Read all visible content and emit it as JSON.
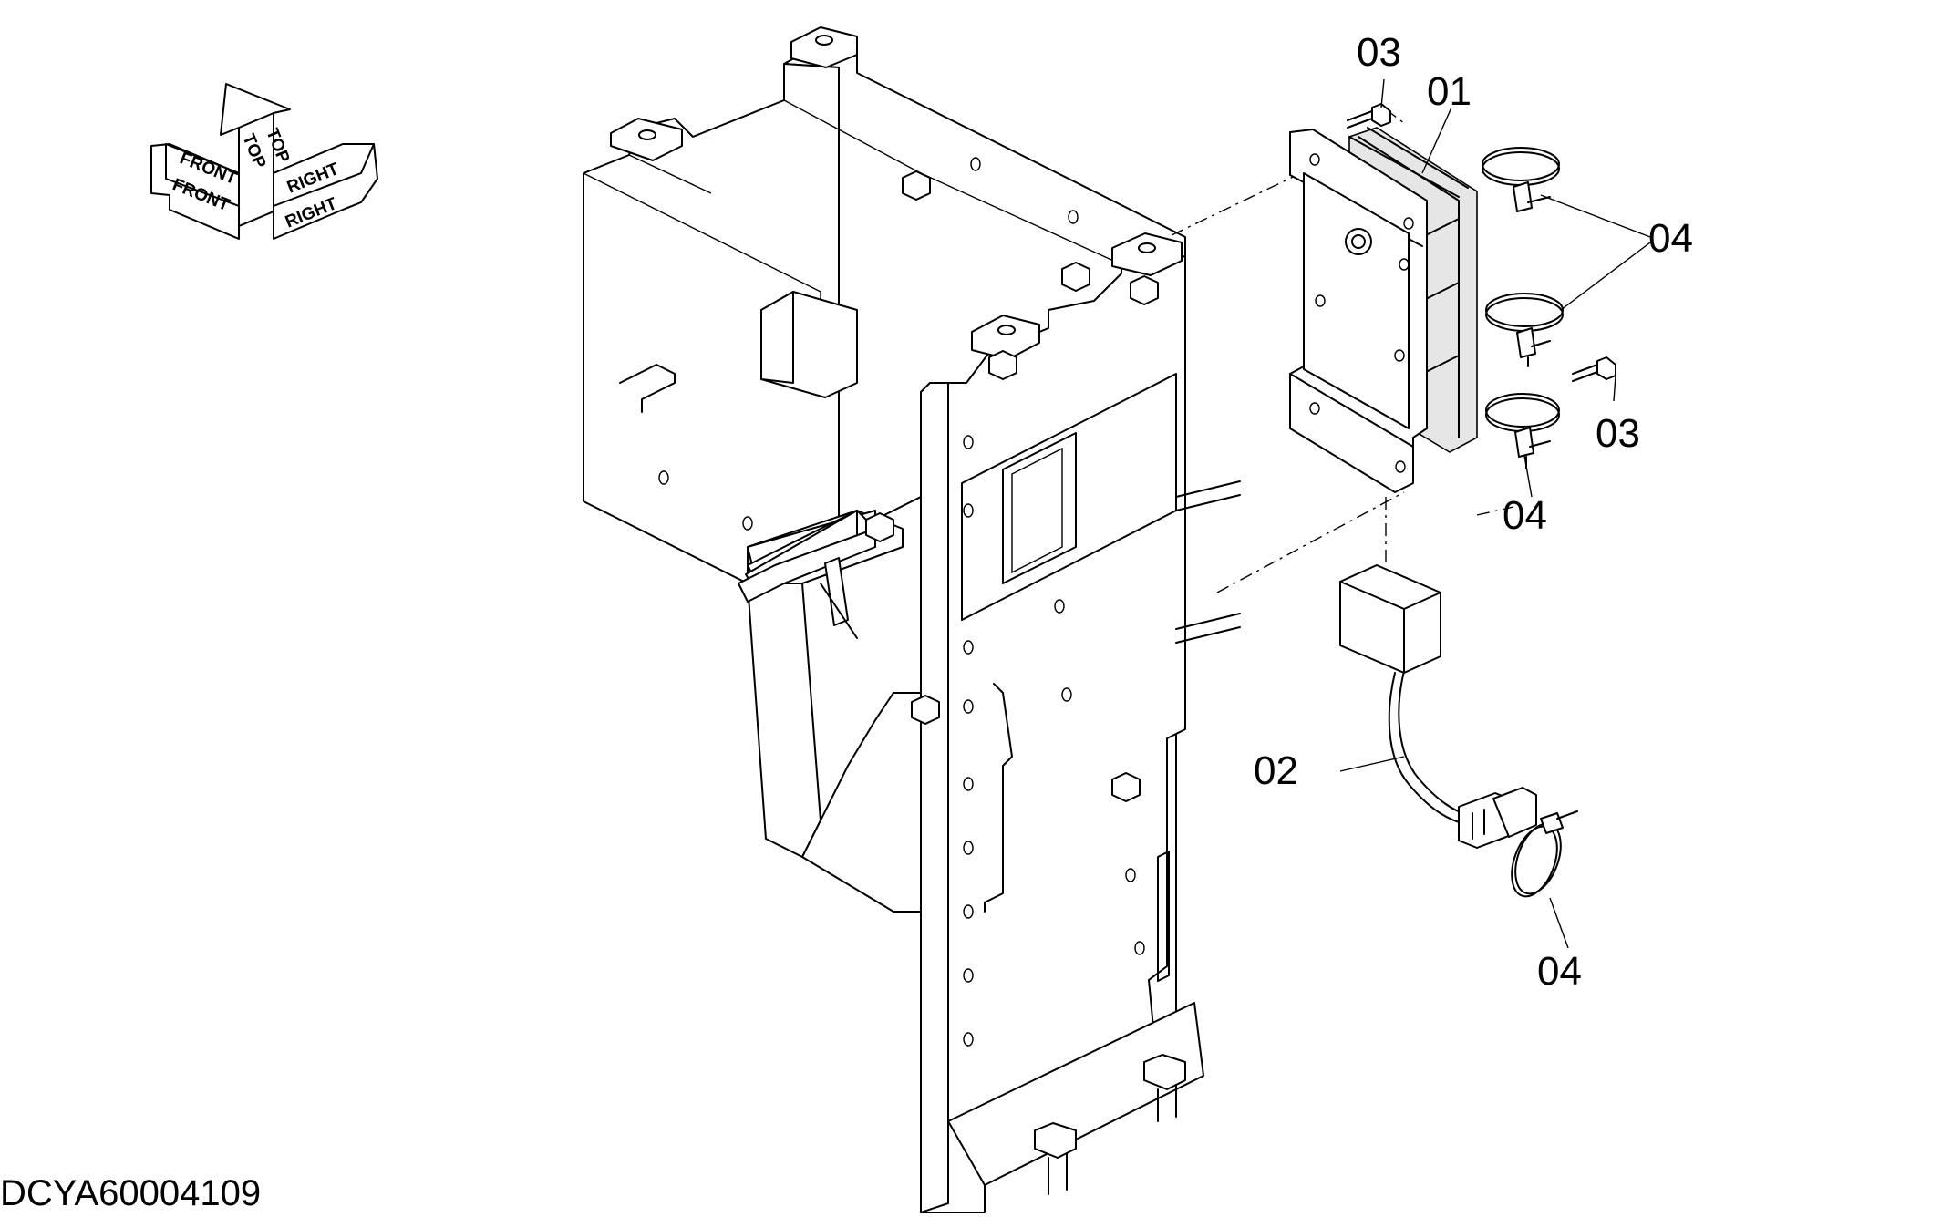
{
  "orientation_indicator": {
    "front_label": "FRONT",
    "top_label": "TOP",
    "right_label": "RIGHT"
  },
  "callouts": [
    {
      "id": "c01",
      "label": "01",
      "part": "controller-unit"
    },
    {
      "id": "c02",
      "label": "02",
      "part": "wire-harness"
    },
    {
      "id": "c03a",
      "label": "03",
      "part": "bolt-upper"
    },
    {
      "id": "c03b",
      "label": "03",
      "part": "bolt-right"
    },
    {
      "id": "c04a",
      "label": "04",
      "part": "cable-ties-group"
    },
    {
      "id": "c04b",
      "label": "04",
      "part": "cable-tie-lower"
    },
    {
      "id": "c04c",
      "label": "04",
      "part": "cable-tie-harness"
    }
  ],
  "drawing_id": "DCYA60004109",
  "colors": {
    "line": "#000000",
    "background": "#ffffff",
    "shade": "#e6e6e6"
  }
}
